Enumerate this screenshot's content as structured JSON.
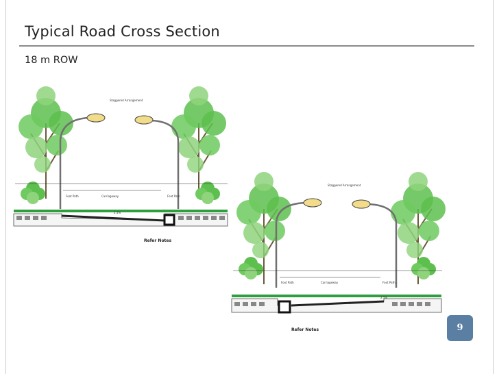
{
  "slide": {
    "title": "Typical Road Cross Section",
    "subtitle": "18 m ROW",
    "page_number": "9"
  },
  "diagrams": [
    {
      "staggered_label": "Staggered Arrangement",
      "footpath_left": "Foot Path",
      "carriageway": "Carriageway",
      "footpath_right": "Foot Path",
      "refer_notes": "Refer Notes",
      "slope": "2.5%"
    },
    {
      "staggered_label": "Staggered Arrangement",
      "footpath_left": "Foot Path",
      "carriageway": "Carriageway",
      "footpath_right": "Foot Path",
      "refer_notes": "Refer Notes",
      "slope": "2.5%"
    }
  ],
  "colors": {
    "tree_foliage": "#5dbf4e",
    "tree_light": "#8fd47c",
    "pole": "#707070",
    "lamp": "#f2dc8a",
    "badge": "#5b7fa3"
  }
}
